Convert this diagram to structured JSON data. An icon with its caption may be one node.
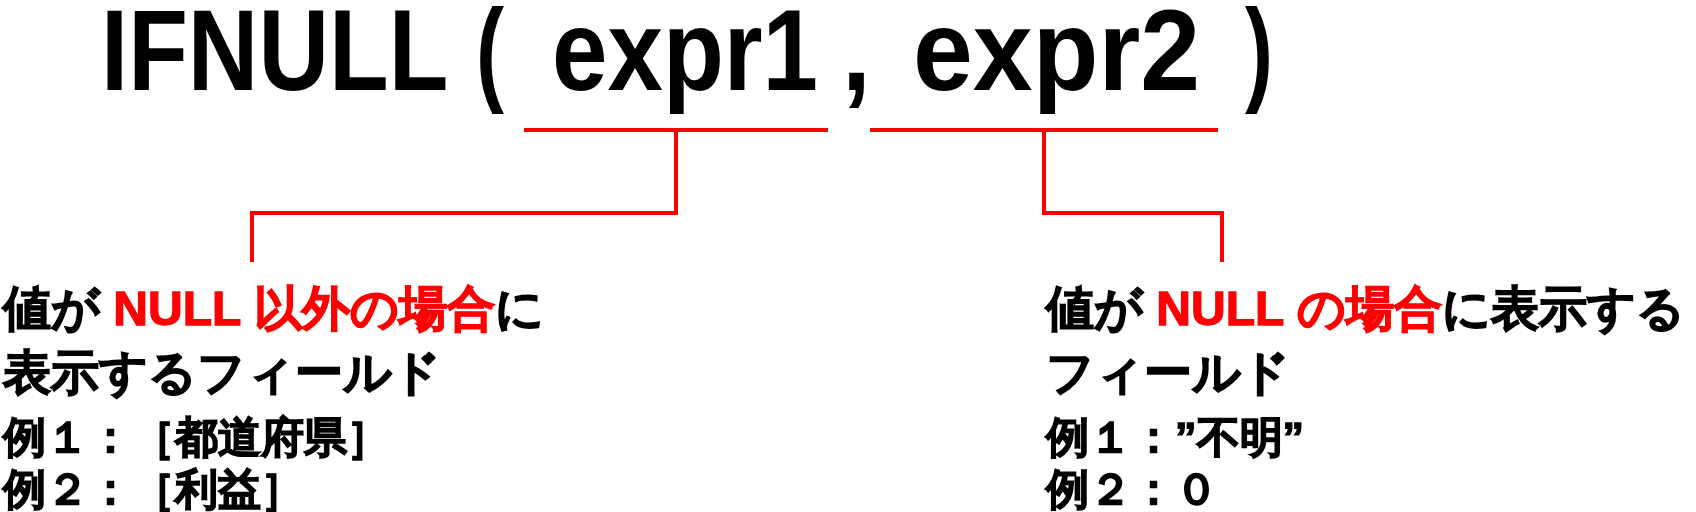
{
  "diagram": {
    "nodes": [
      {
        "text": [
          "expr1"
        ]
      },
      {
        "text": [
          "expr2"
        ]
      },
      {
        "text": [
          "値が **NULL 以外の場合**に表示するフィールド",
          "例１：［都道府県］",
          "例２：［利益］"
        ]
      },
      {
        "text": [
          "値が **NULL の場合**に表示するフィールド",
          "例１：”不明”",
          "例２：０"
        ]
      }
    ],
    "edges": [
      {
        "from": 2,
        "to": 0,
        "arrow": "none"
      },
      {
        "from": 3,
        "to": 1,
        "arrow": "none"
      }
    ],
    "labels": [
      "IFNULL",
      "(",
      ",",
      ")"
    ]
  }
}
